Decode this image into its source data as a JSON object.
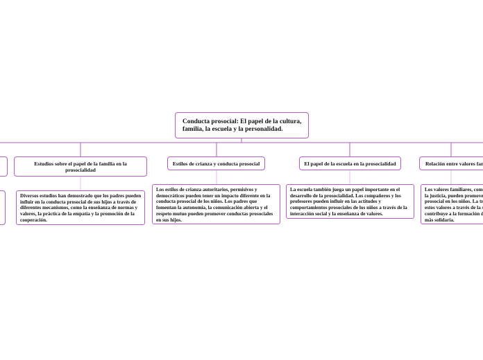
{
  "colors": {
    "line": "#b25dc6",
    "border": "#b25dc6",
    "text": "#111111",
    "background": "#ffffff"
  },
  "root": {
    "title": "Conducta prosocial: El papel de la cultura, familia, la escuela y la personalidad."
  },
  "topics": [
    {
      "label": "Estudios sobre el papel de la familia en la prosocialidad",
      "detail": "Diversos estudios han demostrado que los padres pueden influir en la conducta prosocial de sus hijos a través de diferentes mecanismos, como la enseñanza de normas y valores, la práctica de la empatía y la promoción de la cooperación."
    },
    {
      "label": "Estilos de crianza y conducta prosocial",
      "detail": "Los estilos de crianza autoritarios, permisivos y democráticos pueden tener un impacto diferente en la conducta prosocial de los niños. Los padres que fomentan la autonomía, la comunicación abierta y el respeto mutuo pueden promover conductas prosociales en sus hijos."
    },
    {
      "label": "El papel de la escuela en la prosocialidad",
      "detail": "La escuela también juega un papel importante en el desarrollo de la prosocialidad. Los compañeros y los profesores pueden influir en las actitudes y comportamientos prosociales de los niños a través de la interacción social y la enseñanza de valores."
    },
    {
      "label": "Relación entre valores familiares",
      "detail": "Los valores familiares, como la compasión y la justicia, pueden promover la conducta prosocial en los niños. La transmisión de estos valores a través de la socialización contribuye a la formación de una sociedad más solidaria."
    }
  ]
}
